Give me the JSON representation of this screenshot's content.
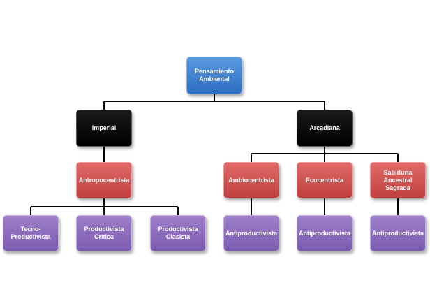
{
  "diagram": {
    "root": {
      "label": "Pensamiento Ambiental",
      "color": "#3d7dd3"
    },
    "branches": {
      "imperial": {
        "label": "Imperial",
        "color": "#000000"
      },
      "arcadiana": {
        "label": "Arcadiana",
        "color": "#000000"
      }
    },
    "categories": {
      "antropocentrista": {
        "label": "Antropocentrista",
        "color": "#cf5654"
      },
      "ambiocentrista": {
        "label": "Ambiocentrista",
        "color": "#cf5654"
      },
      "ecocentrista": {
        "label": "Ecocentrista",
        "color": "#cf5654"
      },
      "sabiduria": {
        "label": "Sabiduría Ancestral Sagrada",
        "color": "#cf5654"
      }
    },
    "leaves": {
      "tecno": {
        "label": "Tecno-\nProductivista",
        "color": "#8e6dbf"
      },
      "critica": {
        "label": "Productivista\nCrítica",
        "color": "#8e6dbf"
      },
      "clasista": {
        "label": "Productivista\nClasista",
        "color": "#8e6dbf"
      },
      "anti1": {
        "label": "Antiproductivista",
        "color": "#8e6dbf"
      },
      "anti2": {
        "label": "Antiproductivista",
        "color": "#8e6dbf"
      },
      "anti3": {
        "label": "Antiproductivista",
        "color": "#8e6dbf"
      }
    },
    "connector_color": "#000000"
  }
}
